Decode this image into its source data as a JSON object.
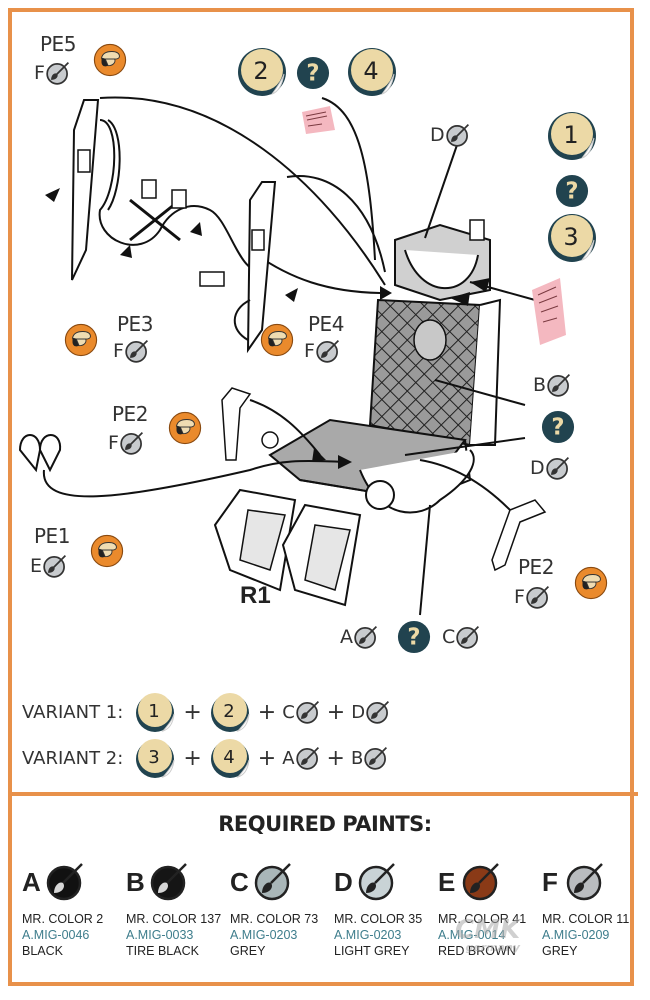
{
  "diagram": {
    "part_label": "R1",
    "parts": [
      {
        "id": "PE5",
        "paint": "F"
      },
      {
        "id": "PE3",
        "paint": "F"
      },
      {
        "id": "PE4",
        "paint": "F"
      },
      {
        "id": "PE2",
        "paint": "F"
      },
      {
        "id": "PE1",
        "paint": "E"
      },
      {
        "id": "PE2",
        "paint": "F"
      }
    ],
    "callouts": {
      "top_headrest": "D",
      "seat_back": "B",
      "seat_cushion": "D",
      "bottom_left": "A",
      "bottom_right": "C"
    },
    "stickers_top": [
      "2",
      "?",
      "4"
    ],
    "stickers_right": [
      "1",
      "?",
      "3"
    ],
    "question_mark": "?"
  },
  "variants": [
    {
      "label": "VARIANT 1:",
      "stickers": [
        "1",
        "2"
      ],
      "paints": [
        "C",
        "D"
      ]
    },
    {
      "label": "VARIANT 2:",
      "stickers": [
        "3",
        "4"
      ],
      "paints": [
        "A",
        "B"
      ]
    }
  ],
  "required_paints": {
    "title": "REQUIRED PAINTS:",
    "items": [
      {
        "letter": "A",
        "mr_color": "MR. COLOR 2",
        "mig": "A.MIG-0046",
        "name": "BLACK",
        "color": "#111111"
      },
      {
        "letter": "B",
        "mr_color": "MR. COLOR 137",
        "mig": "A.MIG-0033",
        "name": "TIRE BLACK",
        "color": "#151515"
      },
      {
        "letter": "C",
        "mr_color": "MR. COLOR 73",
        "mig": "A.MIG-0203",
        "name": "GREY",
        "color": "#a9b6b8"
      },
      {
        "letter": "D",
        "mr_color": "MR. COLOR 35",
        "mig": "A.MIG-0203",
        "name": "LIGHT GREY",
        "color": "#c9d3d6"
      },
      {
        "letter": "E",
        "mr_color": "MR. COLOR 41",
        "mig": "A.MIG-0014",
        "name": "RED BROWN",
        "color": "#8a3a17"
      },
      {
        "letter": "F",
        "mr_color": "MR. COLOR 11",
        "mig": "A.MIG-0209",
        "name": "GREY",
        "color": "#b9bcbf"
      }
    ]
  },
  "colors": {
    "frame": "#e8914a",
    "sticker_fill": "#ecd9a6",
    "sticker_dark": "#21434f",
    "pe_orange": "#ea8a2c",
    "decal_pink": "#f4b8c0"
  },
  "watermark": {
    "text": "CMK",
    "sub": "germany"
  }
}
